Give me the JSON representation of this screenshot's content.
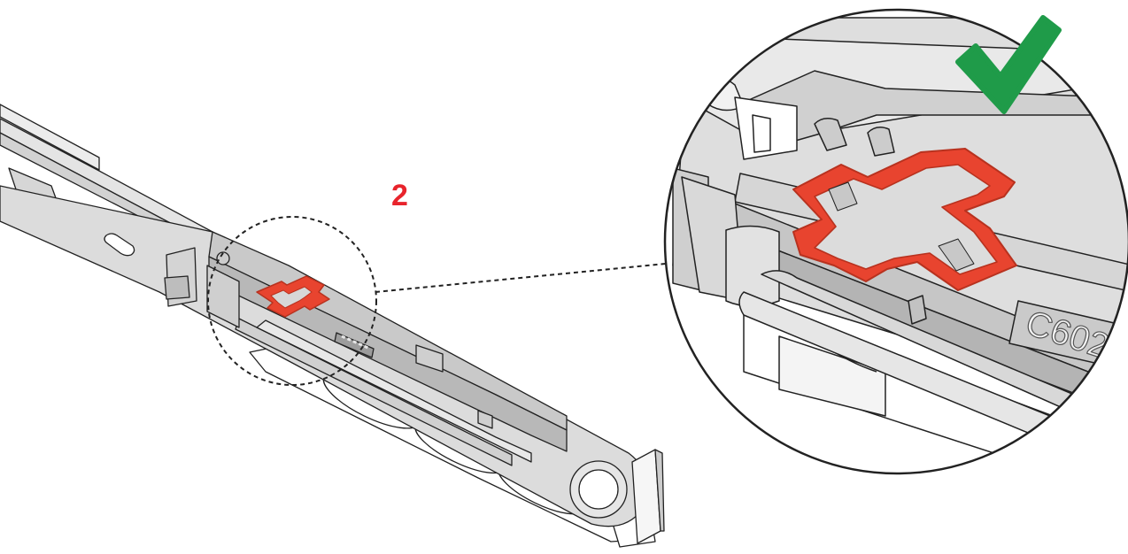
{
  "step": {
    "number": "2"
  },
  "part": {
    "engraving_text": "C602"
  },
  "status": {
    "icon": "checkmark-icon",
    "meaning": "correct"
  },
  "colors": {
    "highlight_part": "#e8442f",
    "highlight_part_dark": "#b8321f",
    "step_number": "#e8242c",
    "check_mark": "#1f9b49",
    "outline": "#222222",
    "metal_light": "#dcdcdc",
    "metal_mid": "#c4c4c4",
    "metal_dark": "#a9a9a9",
    "background": "#ffffff"
  }
}
